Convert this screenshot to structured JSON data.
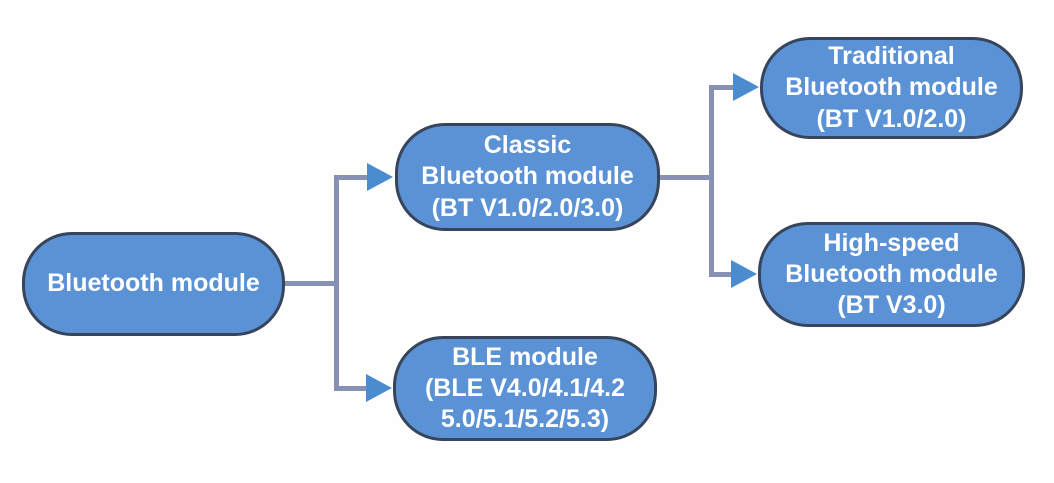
{
  "nodes": [
    {
      "id": "bluetooth-module",
      "label": "Bluetooth module"
    },
    {
      "id": "classic-bluetooth-module",
      "label": "Classic\nBluetooth module\n(BT V1.0/2.0/3.0)"
    },
    {
      "id": "ble-module",
      "label": "BLE module\n(BLE V4.0/4.1/4.2\n5.0/5.1/5.2/5.3)"
    },
    {
      "id": "traditional-bluetooth-module",
      "label": "Traditional\nBluetooth module\n(BT V1.0/2.0)"
    },
    {
      "id": "high-speed-bluetooth-module",
      "label": "High-speed\nBluetooth module\n(BT V3.0)"
    }
  ],
  "edges": [
    {
      "from": "bluetooth-module",
      "to": "classic-bluetooth-module"
    },
    {
      "from": "bluetooth-module",
      "to": "ble-module"
    },
    {
      "from": "classic-bluetooth-module",
      "to": "traditional-bluetooth-module"
    },
    {
      "from": "classic-bluetooth-module",
      "to": "high-speed-bluetooth-module"
    }
  ],
  "colors": {
    "node_fill": "#5b92d5",
    "node_border": "#36455c",
    "node_text": "#ffffff",
    "edge_color": "#8791b3",
    "arrow_color": "#4a8ccd",
    "background": "#fefefe"
  }
}
